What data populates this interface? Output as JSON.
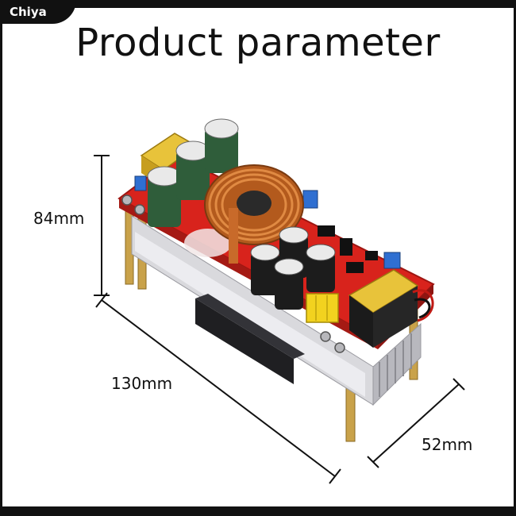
{
  "brand": {
    "name": "Chiya"
  },
  "title": "Product parameter",
  "dimensions": {
    "height": "84mm",
    "length": "130mm",
    "width": "52mm"
  },
  "colors": {
    "pcb": "#d8231c",
    "heatsink": "#d9d9dd",
    "copper_coil": "#c86a2a",
    "capacitor_green": "#2f5d3a",
    "capacitor_black": "#1c1c1c",
    "terminal_yellow": "#e8c33a",
    "pin_brass": "#c9a24a"
  }
}
